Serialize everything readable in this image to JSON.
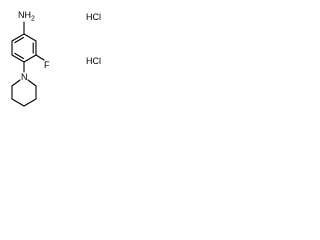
{
  "molecule": {
    "amine_label": "NH2",
    "fluoro_label": "F",
    "nitrogen_label": "N"
  },
  "salt": {
    "label_1": "HCl",
    "label_2": "HCl"
  },
  "colors": {
    "bond": "#000000",
    "text": "#000000",
    "background": "#ffffff"
  }
}
